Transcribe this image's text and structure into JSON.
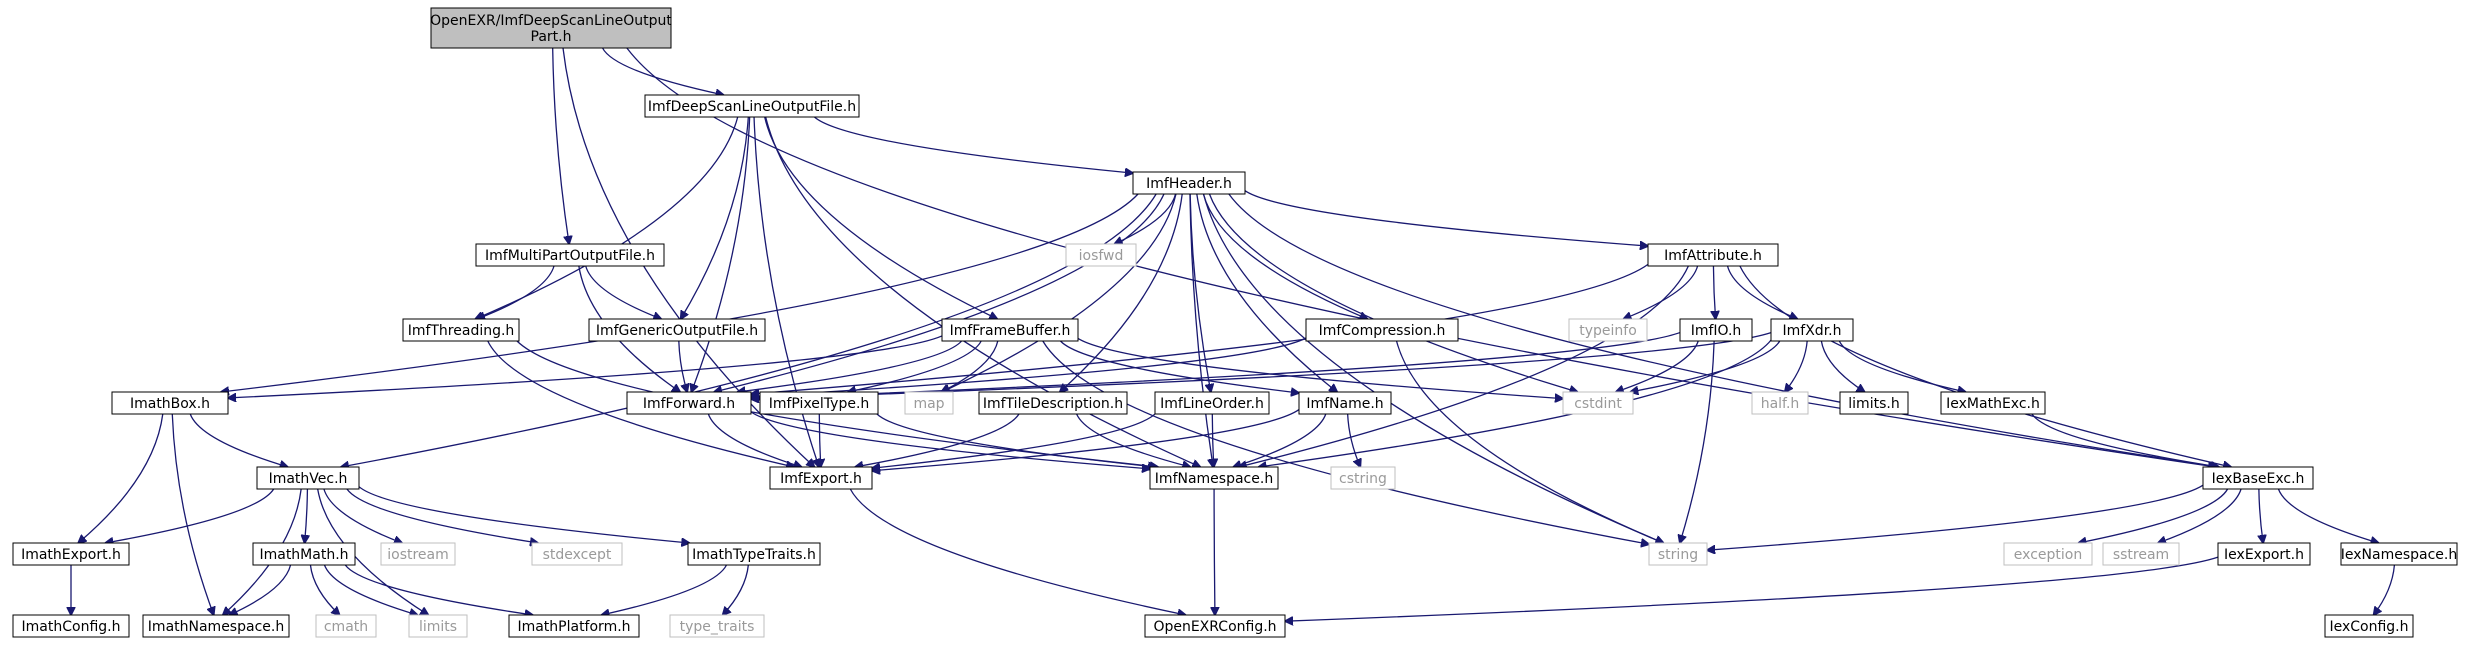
{
  "graph": {
    "nodes": [
      {
        "id": "root",
        "lines": [
          "OpenEXR/ImfDeepScanLineOutput",
          "Part.h"
        ],
        "kind": "root"
      },
      {
        "id": "dsof",
        "lines": [
          "ImfDeepScanLineOutputFile.h"
        ],
        "kind": "internal"
      },
      {
        "id": "hdr",
        "lines": [
          "ImfHeader.h"
        ],
        "kind": "internal"
      },
      {
        "id": "mpof",
        "lines": [
          "ImfMultiPartOutputFile.h"
        ],
        "kind": "internal"
      },
      {
        "id": "iosfwd",
        "lines": [
          "iosfwd"
        ],
        "kind": "external"
      },
      {
        "id": "attr",
        "lines": [
          "ImfAttribute.h"
        ],
        "kind": "internal"
      },
      {
        "id": "thr",
        "lines": [
          "ImfThreading.h"
        ],
        "kind": "internal"
      },
      {
        "id": "gof",
        "lines": [
          "ImfGenericOutputFile.h"
        ],
        "kind": "internal"
      },
      {
        "id": "fb",
        "lines": [
          "ImfFrameBuffer.h"
        ],
        "kind": "internal"
      },
      {
        "id": "comp",
        "lines": [
          "ImfCompression.h"
        ],
        "kind": "internal"
      },
      {
        "id": "typeinfo",
        "lines": [
          "typeinfo"
        ],
        "kind": "external"
      },
      {
        "id": "io",
        "lines": [
          "ImfIO.h"
        ],
        "kind": "internal"
      },
      {
        "id": "xdr",
        "lines": [
          "ImfXdr.h"
        ],
        "kind": "internal"
      },
      {
        "id": "box",
        "lines": [
          "ImathBox.h"
        ],
        "kind": "internal"
      },
      {
        "id": "fwd",
        "lines": [
          "ImfForward.h"
        ],
        "kind": "internal"
      },
      {
        "id": "pix",
        "lines": [
          "ImfPixelType.h"
        ],
        "kind": "internal"
      },
      {
        "id": "map",
        "lines": [
          "map"
        ],
        "kind": "external"
      },
      {
        "id": "tile",
        "lines": [
          "ImfTileDescription.h"
        ],
        "kind": "internal"
      },
      {
        "id": "lo",
        "lines": [
          "ImfLineOrder.h"
        ],
        "kind": "internal"
      },
      {
        "id": "name",
        "lines": [
          "ImfName.h"
        ],
        "kind": "internal"
      },
      {
        "id": "cstdint",
        "lines": [
          "cstdint"
        ],
        "kind": "external"
      },
      {
        "id": "half",
        "lines": [
          "half.h"
        ],
        "kind": "external"
      },
      {
        "id": "limitsh",
        "lines": [
          "limits.h"
        ],
        "kind": "internal"
      },
      {
        "id": "mathexc",
        "lines": [
          "IexMathExc.h"
        ],
        "kind": "internal"
      },
      {
        "id": "vec",
        "lines": [
          "ImathVec.h"
        ],
        "kind": "internal"
      },
      {
        "id": "exp",
        "lines": [
          "ImfExport.h"
        ],
        "kind": "internal"
      },
      {
        "id": "ns",
        "lines": [
          "ImfNamespace.h"
        ],
        "kind": "internal"
      },
      {
        "id": "cstring",
        "lines": [
          "cstring"
        ],
        "kind": "external"
      },
      {
        "id": "iexbase",
        "lines": [
          "IexBaseExc.h"
        ],
        "kind": "internal"
      },
      {
        "id": "imexp",
        "lines": [
          "ImathExport.h"
        ],
        "kind": "internal"
      },
      {
        "id": "immath",
        "lines": [
          "ImathMath.h"
        ],
        "kind": "internal"
      },
      {
        "id": "iostream",
        "lines": [
          "iostream"
        ],
        "kind": "external"
      },
      {
        "id": "stdexcept",
        "lines": [
          "stdexcept"
        ],
        "kind": "external"
      },
      {
        "id": "itt",
        "lines": [
          "ImathTypeTraits.h"
        ],
        "kind": "internal"
      },
      {
        "id": "string",
        "lines": [
          "string"
        ],
        "kind": "external"
      },
      {
        "id": "exception",
        "lines": [
          "exception"
        ],
        "kind": "external"
      },
      {
        "id": "sstream",
        "lines": [
          "sstream"
        ],
        "kind": "external"
      },
      {
        "id": "iexexp",
        "lines": [
          "IexExport.h"
        ],
        "kind": "internal"
      },
      {
        "id": "iexns",
        "lines": [
          "IexNamespace.h"
        ],
        "kind": "internal"
      },
      {
        "id": "imcfg",
        "lines": [
          "ImathConfig.h"
        ],
        "kind": "internal"
      },
      {
        "id": "imns",
        "lines": [
          "ImathNamespace.h"
        ],
        "kind": "internal"
      },
      {
        "id": "cmath",
        "lines": [
          "cmath"
        ],
        "kind": "external"
      },
      {
        "id": "limits",
        "lines": [
          "limits"
        ],
        "kind": "external"
      },
      {
        "id": "implat",
        "lines": [
          "ImathPlatform.h"
        ],
        "kind": "internal"
      },
      {
        "id": "tt",
        "lines": [
          "type_traits"
        ],
        "kind": "external"
      },
      {
        "id": "exrcfg",
        "lines": [
          "OpenEXRConfig.h"
        ],
        "kind": "internal"
      },
      {
        "id": "iexcfg",
        "lines": [
          "IexConfig.h"
        ],
        "kind": "internal"
      }
    ],
    "edges": [
      [
        "root",
        "dsof"
      ],
      [
        "root",
        "mpof"
      ],
      [
        "root",
        "exp"
      ],
      [
        "root",
        "iexbase"
      ],
      [
        "dsof",
        "hdr"
      ],
      [
        "dsof",
        "thr"
      ],
      [
        "dsof",
        "gof"
      ],
      [
        "dsof",
        "fb"
      ],
      [
        "dsof",
        "fwd"
      ],
      [
        "dsof",
        "exp"
      ],
      [
        "dsof",
        "ns"
      ],
      [
        "hdr",
        "box"
      ],
      [
        "hdr",
        "vec"
      ],
      [
        "hdr",
        "iosfwd"
      ],
      [
        "hdr",
        "attr"
      ],
      [
        "hdr",
        "comp"
      ],
      [
        "hdr",
        "tile"
      ],
      [
        "hdr",
        "lo"
      ],
      [
        "hdr",
        "name"
      ],
      [
        "hdr",
        "map"
      ],
      [
        "hdr",
        "fwd"
      ],
      [
        "hdr",
        "cstdint"
      ],
      [
        "hdr",
        "string"
      ],
      [
        "hdr",
        "iexbase"
      ],
      [
        "hdr",
        "ns"
      ],
      [
        "mpof",
        "thr"
      ],
      [
        "mpof",
        "gof"
      ],
      [
        "mpof",
        "fwd"
      ],
      [
        "attr",
        "typeinfo"
      ],
      [
        "attr",
        "io"
      ],
      [
        "attr",
        "xdr"
      ],
      [
        "attr",
        "fwd"
      ],
      [
        "attr",
        "iexbase"
      ],
      [
        "attr",
        "ns"
      ],
      [
        "thr",
        "exp"
      ],
      [
        "thr",
        "ns"
      ],
      [
        "gof",
        "fwd"
      ],
      [
        "fb",
        "fwd"
      ],
      [
        "fb",
        "pix"
      ],
      [
        "fb",
        "name"
      ],
      [
        "fb",
        "map"
      ],
      [
        "fb",
        "string"
      ],
      [
        "fb",
        "cstdint"
      ],
      [
        "fb",
        "box"
      ],
      [
        "comp",
        "fwd"
      ],
      [
        "comp",
        "string"
      ],
      [
        "io",
        "fwd"
      ],
      [
        "io",
        "cstdint"
      ],
      [
        "io",
        "string"
      ],
      [
        "xdr",
        "half"
      ],
      [
        "xdr",
        "limitsh"
      ],
      [
        "xdr",
        "mathexc"
      ],
      [
        "xdr",
        "cstdint"
      ],
      [
        "xdr",
        "fwd"
      ],
      [
        "xdr",
        "ns"
      ],
      [
        "box",
        "vec"
      ],
      [
        "box",
        "imexp"
      ],
      [
        "box",
        "imns"
      ],
      [
        "fwd",
        "exp"
      ],
      [
        "fwd",
        "ns"
      ],
      [
        "pix",
        "exp"
      ],
      [
        "pix",
        "ns"
      ],
      [
        "tile",
        "exp"
      ],
      [
        "tile",
        "ns"
      ],
      [
        "lo",
        "exp"
      ],
      [
        "lo",
        "ns"
      ],
      [
        "name",
        "exp"
      ],
      [
        "name",
        "ns"
      ],
      [
        "name",
        "cstring"
      ],
      [
        "mathexc",
        "iexbase"
      ],
      [
        "vec",
        "imexp"
      ],
      [
        "vec",
        "immath"
      ],
      [
        "vec",
        "iostream"
      ],
      [
        "vec",
        "stdexcept"
      ],
      [
        "vec",
        "itt"
      ],
      [
        "vec",
        "limits"
      ],
      [
        "vec",
        "imns"
      ],
      [
        "exp",
        "exrcfg"
      ],
      [
        "ns",
        "exrcfg"
      ],
      [
        "iexbase",
        "string"
      ],
      [
        "iexbase",
        "exception"
      ],
      [
        "iexbase",
        "sstream"
      ],
      [
        "iexbase",
        "iexexp"
      ],
      [
        "iexbase",
        "iexns"
      ],
      [
        "imexp",
        "imcfg"
      ],
      [
        "immath",
        "imns"
      ],
      [
        "immath",
        "cmath"
      ],
      [
        "immath",
        "limits"
      ],
      [
        "immath",
        "implat"
      ],
      [
        "itt",
        "implat"
      ],
      [
        "itt",
        "tt"
      ],
      [
        "iexexp",
        "exrcfg"
      ],
      [
        "iexns",
        "iexcfg"
      ]
    ]
  },
  "colors": {
    "edge": "#191970",
    "root_fill": "#bfbfbf",
    "internal_stroke": "#000000",
    "external_stroke": "#bfbfbf",
    "external_text": "#9a9a9a"
  }
}
